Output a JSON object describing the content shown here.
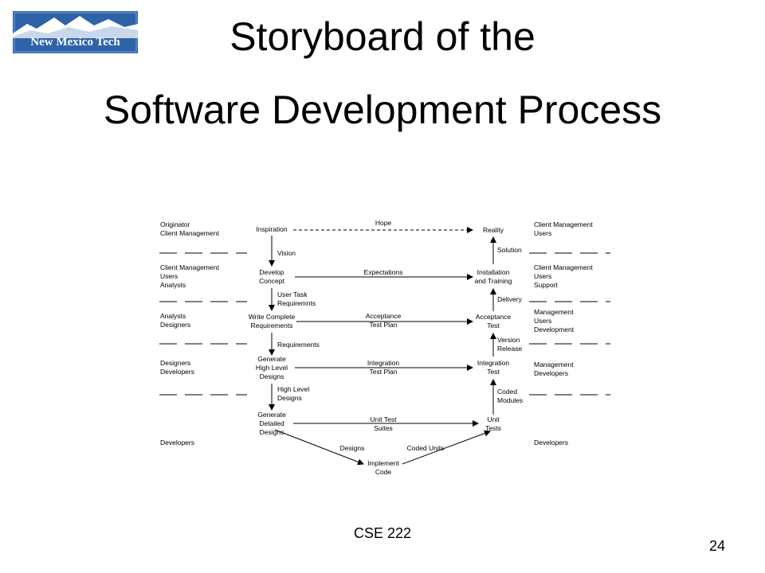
{
  "slide": {
    "logo_text": "New Mexico Tech",
    "title_line1": "Storyboard of the",
    "title_line2": "Software Development Process",
    "footer": "CSE 222",
    "page_number": "24"
  },
  "diagram": {
    "left_roles": [
      [
        "Originator",
        "Client Management"
      ],
      [
        "Client Management",
        "Users",
        "Analysts"
      ],
      [
        "Analysts",
        "Designers"
      ],
      [
        "Designers",
        "Developers"
      ],
      [
        "Developers"
      ]
    ],
    "right_roles": [
      [
        "Client Management",
        "Users"
      ],
      [
        "Client Management",
        "Users",
        "Support"
      ],
      [
        "Management",
        "Users",
        "Development"
      ],
      [
        "Management",
        "Developers"
      ],
      [
        "Developers"
      ]
    ],
    "left_steps": [
      [
        "Inspiration"
      ],
      [
        "Develop",
        "Concept"
      ],
      [
        "Write Complete",
        "Requirements"
      ],
      [
        "Generate",
        "High Level",
        "Designs"
      ],
      [
        "Generate",
        "Detailed",
        "Designs"
      ]
    ],
    "right_steps": [
      [
        "Reality"
      ],
      [
        "Installation",
        "and Training"
      ],
      [
        "Acceptance",
        "Test"
      ],
      [
        "Integration",
        "Test"
      ],
      [
        "Unit",
        "Tests"
      ]
    ],
    "center_links": [
      [
        "Hope"
      ],
      [
        "Expectations"
      ],
      [
        "Acceptance",
        "Test Plan"
      ],
      [
        "Integration",
        "Test Plan"
      ],
      [
        "Unit Test",
        "Suites"
      ]
    ],
    "left_products": [
      [
        "Vision"
      ],
      [
        "User Task",
        "Requiremnts"
      ],
      [
        "Requirements"
      ],
      [
        "High Level",
        "Designs"
      ]
    ],
    "right_products": [
      [
        "Solution"
      ],
      [
        "Delivery"
      ],
      [
        "Version",
        "Release"
      ],
      [
        "Coded",
        "Modules"
      ]
    ],
    "bottom": {
      "implement": [
        "Implement",
        "Code"
      ],
      "designs": "Designs",
      "coded_units": "Coded Units"
    }
  }
}
